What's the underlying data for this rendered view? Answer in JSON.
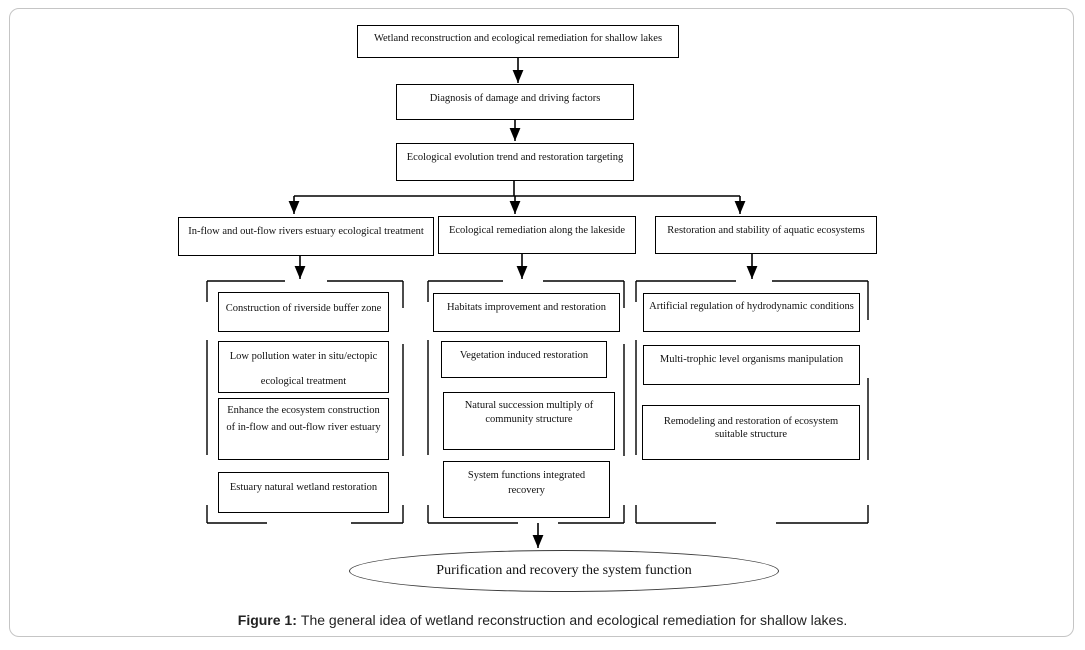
{
  "figure": {
    "caption_label": "Figure 1:",
    "caption_text": "The general idea of wetland reconstruction and ecological remediation for shallow lakes."
  },
  "flowchart": {
    "nodes": {
      "root": {
        "label": "Wetland reconstruction and ecological remediation for shallow lakes"
      },
      "diagnosis": {
        "label": "Diagnosis of damage and driving factors"
      },
      "evolution": {
        "label": "Ecological evolution trend and restoration targeting"
      },
      "branch_left": {
        "label": "In-flow and out-flow rivers estuary ecological treatment"
      },
      "branch_middle": {
        "label": "Ecological remediation along the lakeside"
      },
      "branch_right": {
        "label": "Restoration and stability of aquatic ecosystems"
      },
      "left_1": {
        "label": "Construction of riverside buffer zone"
      },
      "left_2": {
        "label": "Low pollution water in situ/ectopic\necological treatment"
      },
      "left_3": {
        "label": "Enhance the ecosystem construction\nof in-flow and out-flow river estuary"
      },
      "left_4": {
        "label": "Estuary natural wetland restoration"
      },
      "middle_1": {
        "label": "Habitats improvement and restoration"
      },
      "middle_2": {
        "label": "Vegetation induced restoration"
      },
      "middle_3": {
        "label": "Natural succession multiply of\ncommunity structure"
      },
      "middle_4": {
        "label": "System functions integrated\nrecovery"
      },
      "right_1": {
        "label": "Artificial regulation of hydrodynamic conditions"
      },
      "right_2": {
        "label": "Multi-trophic level organisms manipulation"
      },
      "right_3": {
        "label": "Remodeling and restoration of ecosystem\nsuitable structure"
      }
    },
    "terminal": {
      "label": "Purification and recovery the system function"
    },
    "colors": {
      "node_border": "#000000",
      "connector": "#000000",
      "terminal_border": "#3a3a3a",
      "frame_border": "#c5c5c5",
      "text": "#111111",
      "background": "#ffffff"
    }
  }
}
